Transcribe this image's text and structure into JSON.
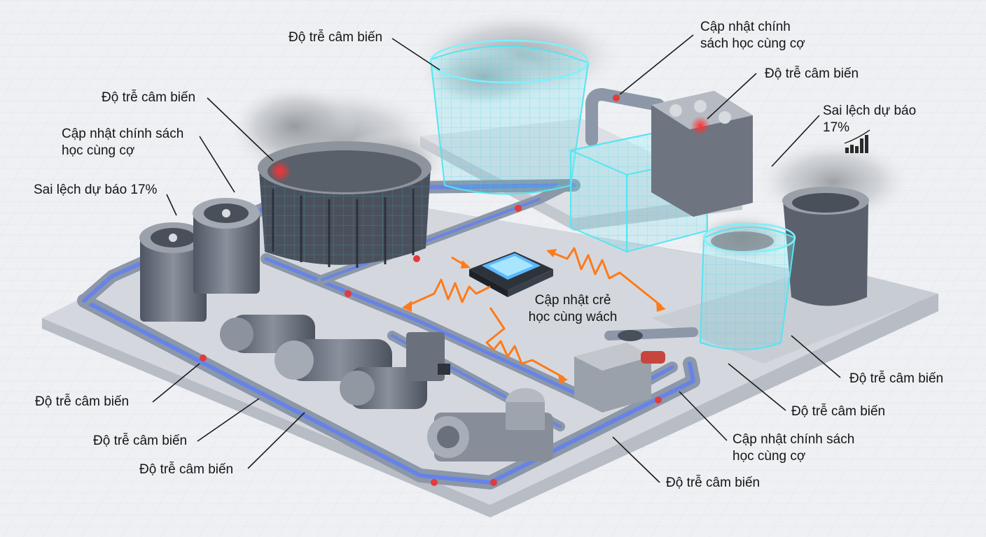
{
  "labels": {
    "top_center": "Độ trễ câm biến",
    "top_right_policy": "Cập nhật chính\nsách học cùng cợ",
    "top_right_delay": "Độ trễ câm biến",
    "right_forecast": "Sai lệch dự báo\n17%",
    "left_delay": "Độ trễ câm biến",
    "left_policy": "Cập nhật chính sách\nhọc cùng cợ",
    "left_forecast": "Sai lệch dự báo 17%",
    "center_hub": "Cập nhật crẻ\nhọc cùng wách",
    "bottom_left_1": "Độ trễ câm biến",
    "bottom_left_2": "Độ trễ câm biến",
    "bottom_left_3": "Độ trễ câm biến",
    "right_delay_1": "Độ trễ câm biến",
    "right_delay_2": "Độ trễ câm biến",
    "bottom_right_policy": "Cập nhật chính sách\nhọc cùng cợ",
    "bottom_right_delay": "Độ trễ câm biến"
  },
  "colors": {
    "pipe": "#9aa6b8",
    "pipe_glow": "#5a7cff",
    "platform": "#c9ced6",
    "hologram": "#53e6f2",
    "signal": "#ff7a1a",
    "alert": "#ff2a2a",
    "steel": "#6c7482"
  },
  "icons": [
    "cooling-tower-icon",
    "chiller-unit-icon",
    "motor-icon",
    "pump-icon",
    "control-cabinet-icon",
    "processor-hub-icon",
    "bar-chart-icon"
  ]
}
